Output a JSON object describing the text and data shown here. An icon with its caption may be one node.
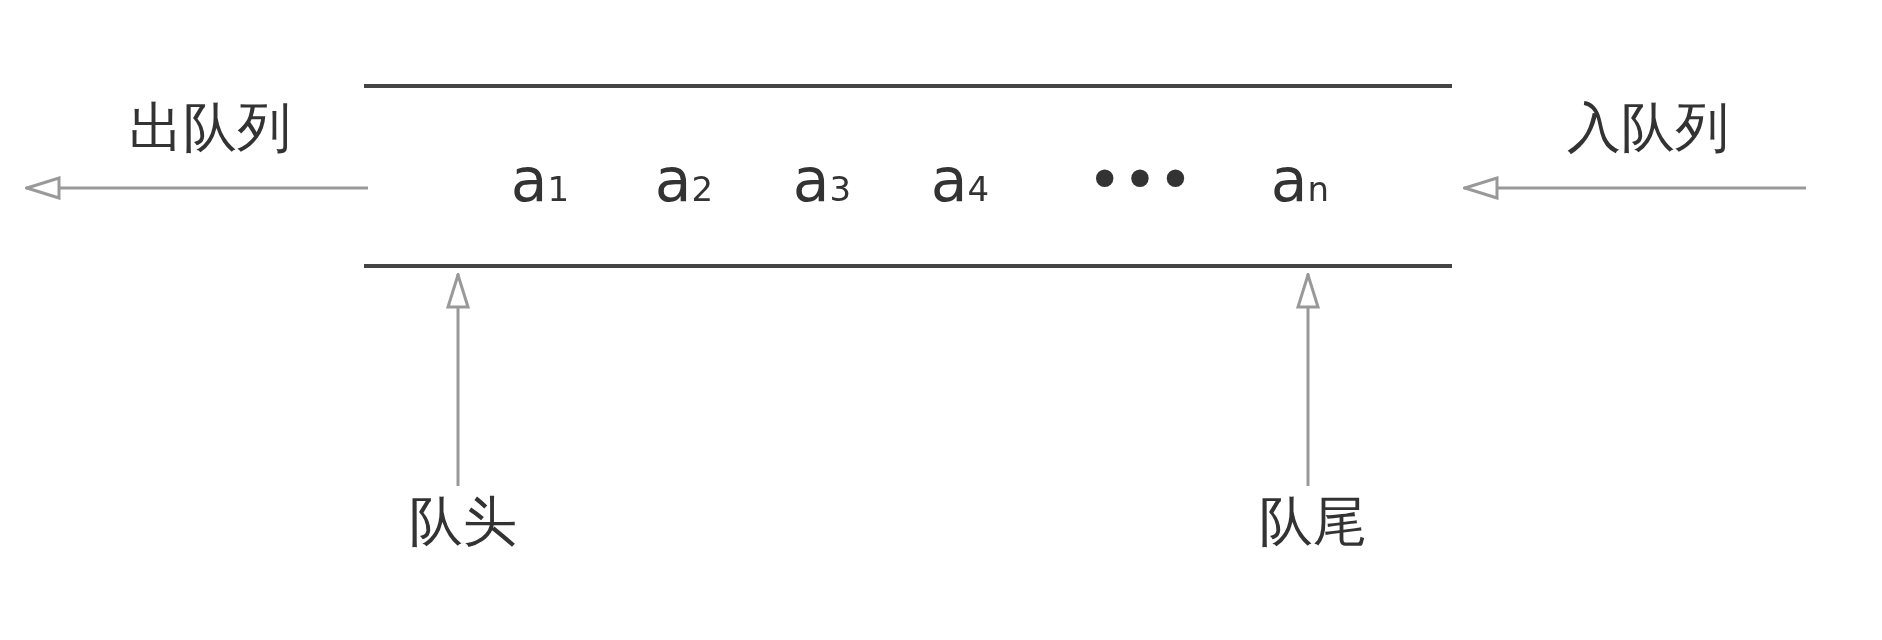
{
  "diagram": {
    "nodes": [
      {
        "text": [
          "a$_{1}$",
          "a$_{2}$",
          "a$_{3}$",
          "a$_{4}$",
          "•••",
          "a$_{n}$"
        ]
      },
      {
        "text": [
          "队头"
        ]
      },
      {
        "text": [
          "队尾"
        ]
      }
    ],
    "edges": [
      {
        "from": 0,
        "to": null,
        "arrow": "to",
        "label": "出队列"
      },
      {
        "from": null,
        "to": 0,
        "arrow": "to",
        "label": "入队列"
      },
      {
        "from": 1,
        "to": 0,
        "arrow": "to"
      },
      {
        "from": 2,
        "to": 0,
        "arrow": "to"
      }
    ]
  }
}
